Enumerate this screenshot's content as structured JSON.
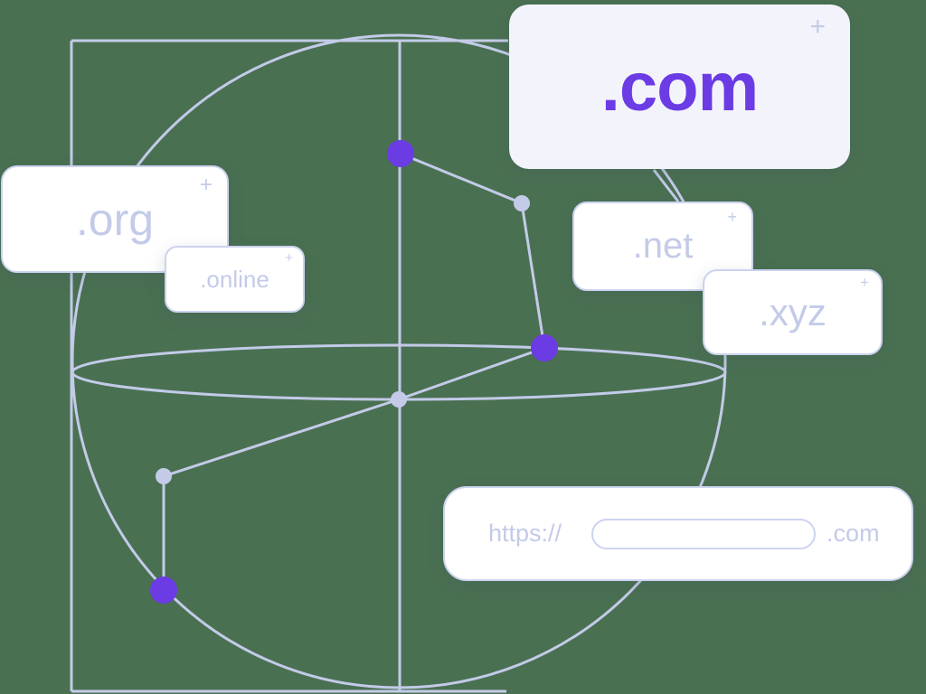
{
  "colors": {
    "page_bg": "#4A7052",
    "accent_purple": "#6B3BE4",
    "line_lavender": "#C3CBE8",
    "card_border": "#CCD3EE",
    "card_bg": "#FFFFFF",
    "com_card_bg": "#F3F3FB",
    "text_light": "#C3CBE8"
  },
  "cards": {
    "com": {
      "label": ".com",
      "add_icon": "+"
    },
    "org": {
      "label": ".org",
      "add_icon": "+"
    },
    "online": {
      "label": ".online",
      "add_icon": "+"
    },
    "net": {
      "label": ".net",
      "add_icon": "+"
    },
    "xyz": {
      "label": ".xyz",
      "add_icon": "+"
    }
  },
  "url_bar": {
    "protocol": "https://",
    "input_value": "",
    "input_placeholder": "",
    "tld": ".com"
  }
}
